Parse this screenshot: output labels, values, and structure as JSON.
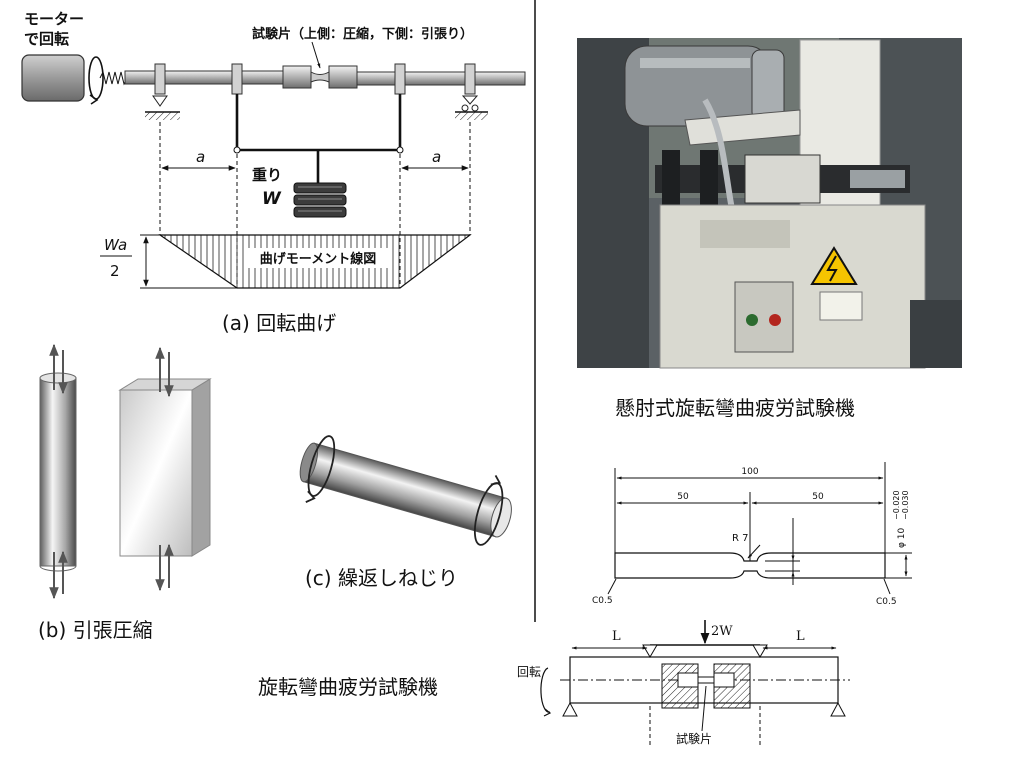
{
  "figure_a": {
    "motor_line1": "モーター",
    "motor_line2": "で回転",
    "specimen_label": "試験片（上側：圧縮，下側：引張り）",
    "dim_a_left": "a",
    "dim_a_right": "a",
    "weight_label": "重り",
    "weight_symbol": "W",
    "moment_numerator": "Wa",
    "moment_denominator": "2",
    "moment_diagram_label": "曲げモーメント線図",
    "caption": "(a) 回転曲げ"
  },
  "figure_b": {
    "caption": "(b) 引張圧縮"
  },
  "figure_c": {
    "caption": "(c) 繰返しねじり"
  },
  "photo": {
    "caption": "懸肘式旋転彎曲疲労試験機"
  },
  "specimen_drawing": {
    "total_length": "100",
    "half_left": "50",
    "half_right": "50",
    "radius": "R 7",
    "diameter": "φ 10",
    "tolerance_upper": "−0.020",
    "tolerance_lower": "−0.030",
    "chamfer_left": "C0.5",
    "chamfer_right": "C0.5"
  },
  "schematic": {
    "load": "2W",
    "span_left": "L",
    "span_right": "L",
    "rotation": "回転",
    "specimen": "試験片",
    "caption": "旋転彎曲疲労試験機"
  },
  "colors": {
    "ink": "#111111",
    "shaft": "#9a9a9a",
    "weight": "#3c3c3c",
    "warning_sign": "#f5c400",
    "photo_background": "#5b6165"
  }
}
